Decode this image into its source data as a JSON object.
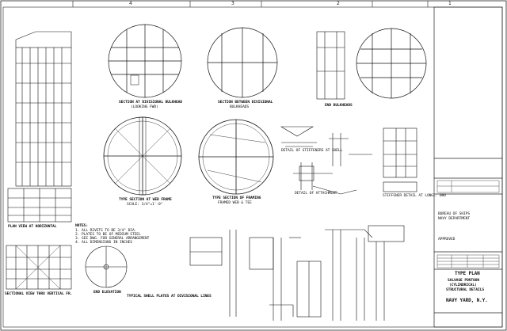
{
  "sheet": {
    "column_numbers": [
      "4",
      "3",
      "2",
      "1"
    ]
  },
  "captions": {
    "center_bulkhead_1": "SECTION AT DIVISIONAL BULKHEAD",
    "center_bulkhead_1_sub": "(LOOKING FWD)",
    "center_bulkhead_2": "SECTION BETWEEN DIVISIONAL",
    "center_bulkhead_2_sub": "BULKHEADS",
    "end_bulkheads": "END BULKHEADS",
    "type_section_frame": "TYPE SECTION AT WEB FRAME",
    "type_section_frame_sub": "SCALE: 3/4\"=1'-0\"",
    "type_section_framing": "TYPE SECTION OF FRAMING",
    "type_section_framing_sub": "FRAMED WEB & TEE",
    "plan_horizontal": "PLAN VIEW AT HORIZONTAL",
    "sectional_view_fr": "SECTIONAL VIEW THRU VERTICAL FR.",
    "end_elevation": "END ELEVATION",
    "intermediate_details": "TYPICAL SHELL PLATES AT DIVISIONAL LINES",
    "detail_attach": "DETAIL OF ATTACHMENT",
    "stiffener_detail": "STIFFENER DETAIL AT LONGL. BHD",
    "side_note": "DETAIL OF STIFFENERS AT SHELL"
  },
  "notes": {
    "note_block_title": "NOTES:",
    "note_lines": [
      "1. ALL RIVETS TO BE 3/4\" DIA.",
      "2. PLATES TO BE OF MEDIUM STEEL",
      "3. SEE DWG. FOR GENERAL ARRANGEMENT",
      "4. ALL DIMENSIONS IN INCHES"
    ]
  },
  "title_block": {
    "type_plan": "TYPE PLAN",
    "subject_1": "SALVAGE PONTOON",
    "subject_2": "(CYLINDRICAL)",
    "subject_3": "STRUCTURAL DETAILS",
    "yard": "NAVY YARD, N.Y.",
    "ref_1": "BUREAU OF SHIPS",
    "ref_2": "NAVY DEPARTMENT",
    "approved": "APPROVED"
  }
}
